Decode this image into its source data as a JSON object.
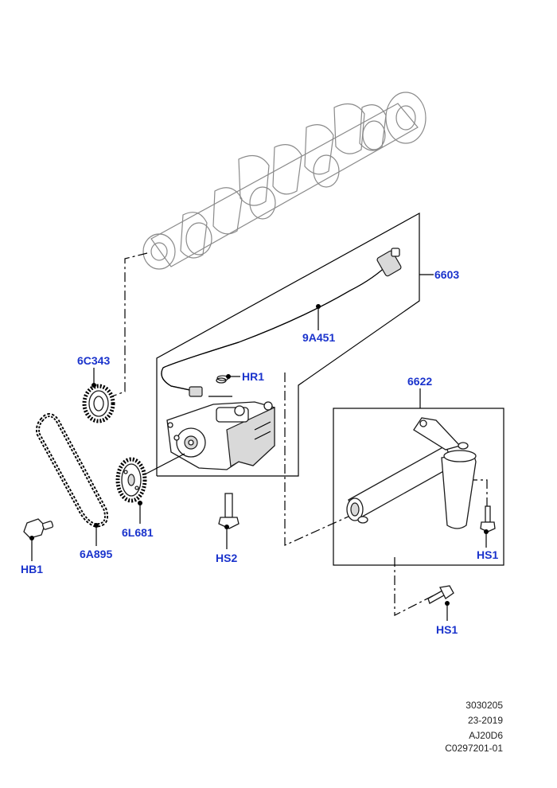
{
  "colors": {
    "callout": "#1a33cc",
    "line": "#000000",
    "ghost": "#8a8a8a"
  },
  "callouts": {
    "c6603": "6603",
    "c9A451": "9A451",
    "cHR1": "HR1",
    "c6C343": "6C343",
    "c6622": "6622",
    "c6L681": "6L681",
    "c6A895": "6A895",
    "cHB1": "HB1",
    "cHS2": "HS2",
    "cHS1a": "HS1",
    "cHS1b": "HS1"
  },
  "reference": {
    "line1": "3030205",
    "line2": "23-2019",
    "line3": "AJ20D6",
    "line4": "C0297201-01"
  }
}
